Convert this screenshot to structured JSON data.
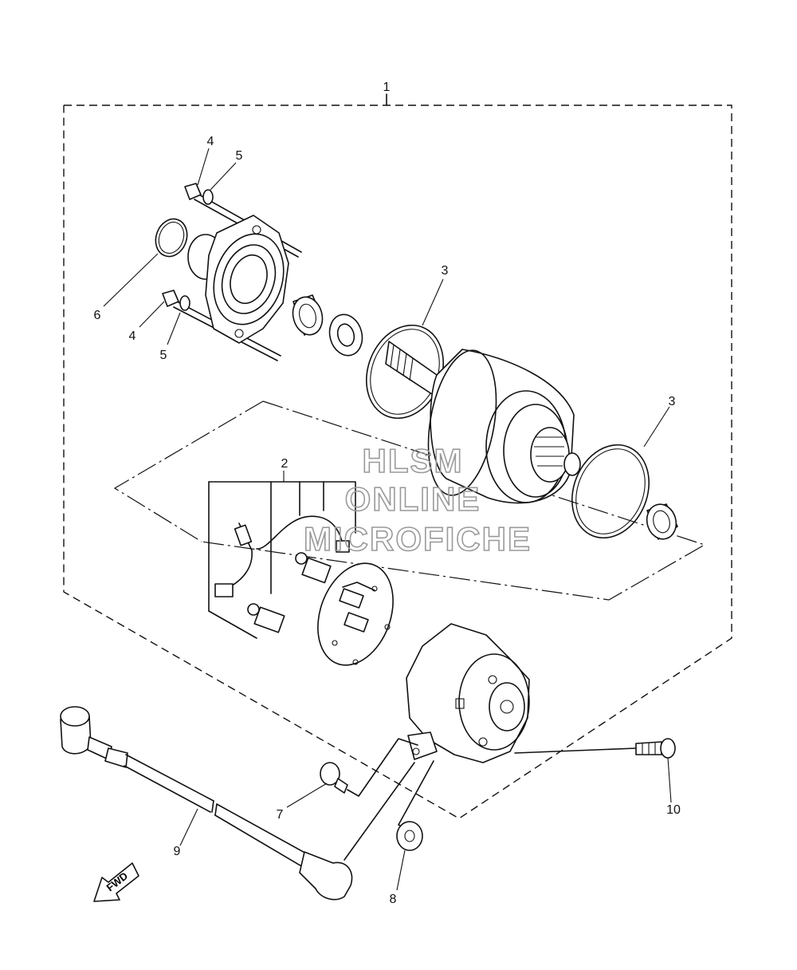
{
  "callouts": {
    "c1": "1",
    "c2": "2",
    "c3a": "3",
    "c3b": "3",
    "c4a": "4",
    "c4b": "4",
    "c5a": "5",
    "c5b": "5",
    "c6": "6",
    "c7": "7",
    "c8": "8",
    "c9": "9",
    "c10": "10"
  },
  "fwd_label": "FWD",
  "watermark": {
    "line1": "HLSM",
    "line2": "ONLINE",
    "line3": "MICROFICHE"
  }
}
